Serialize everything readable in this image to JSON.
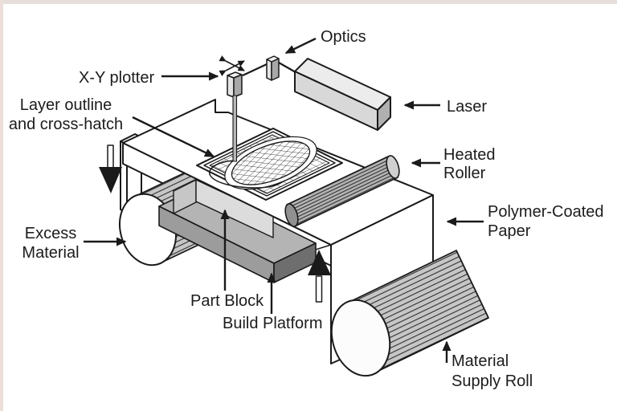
{
  "diagram": {
    "labels": {
      "optics": {
        "text": "Optics"
      },
      "xy_plotter": {
        "text": "X-Y plotter"
      },
      "layer_outline": {
        "line1": "Layer outline",
        "line2": "and cross-hatch"
      },
      "laser": {
        "text": "Laser"
      },
      "heated_roller": {
        "line1": "Heated",
        "line2": "Roller"
      },
      "polymer_paper": {
        "line1": "Polymer-Coated",
        "line2": "Paper"
      },
      "excess_material": {
        "line1": "Excess",
        "line2": "Material"
      },
      "part_block": {
        "text": "Part Block"
      },
      "build_platform": {
        "text": "Build Platform"
      },
      "material_supply": {
        "line1": "Material",
        "line2": "Supply Roll"
      }
    },
    "colors": {
      "ink": "#1a1a1a",
      "surface_white": "#ffffff",
      "light_gray": "#dcdcdc",
      "mid_gray": "#b4b4b4",
      "shadow_gray": "#6e6e6e",
      "edge_tint": "#e9ded9"
    }
  }
}
